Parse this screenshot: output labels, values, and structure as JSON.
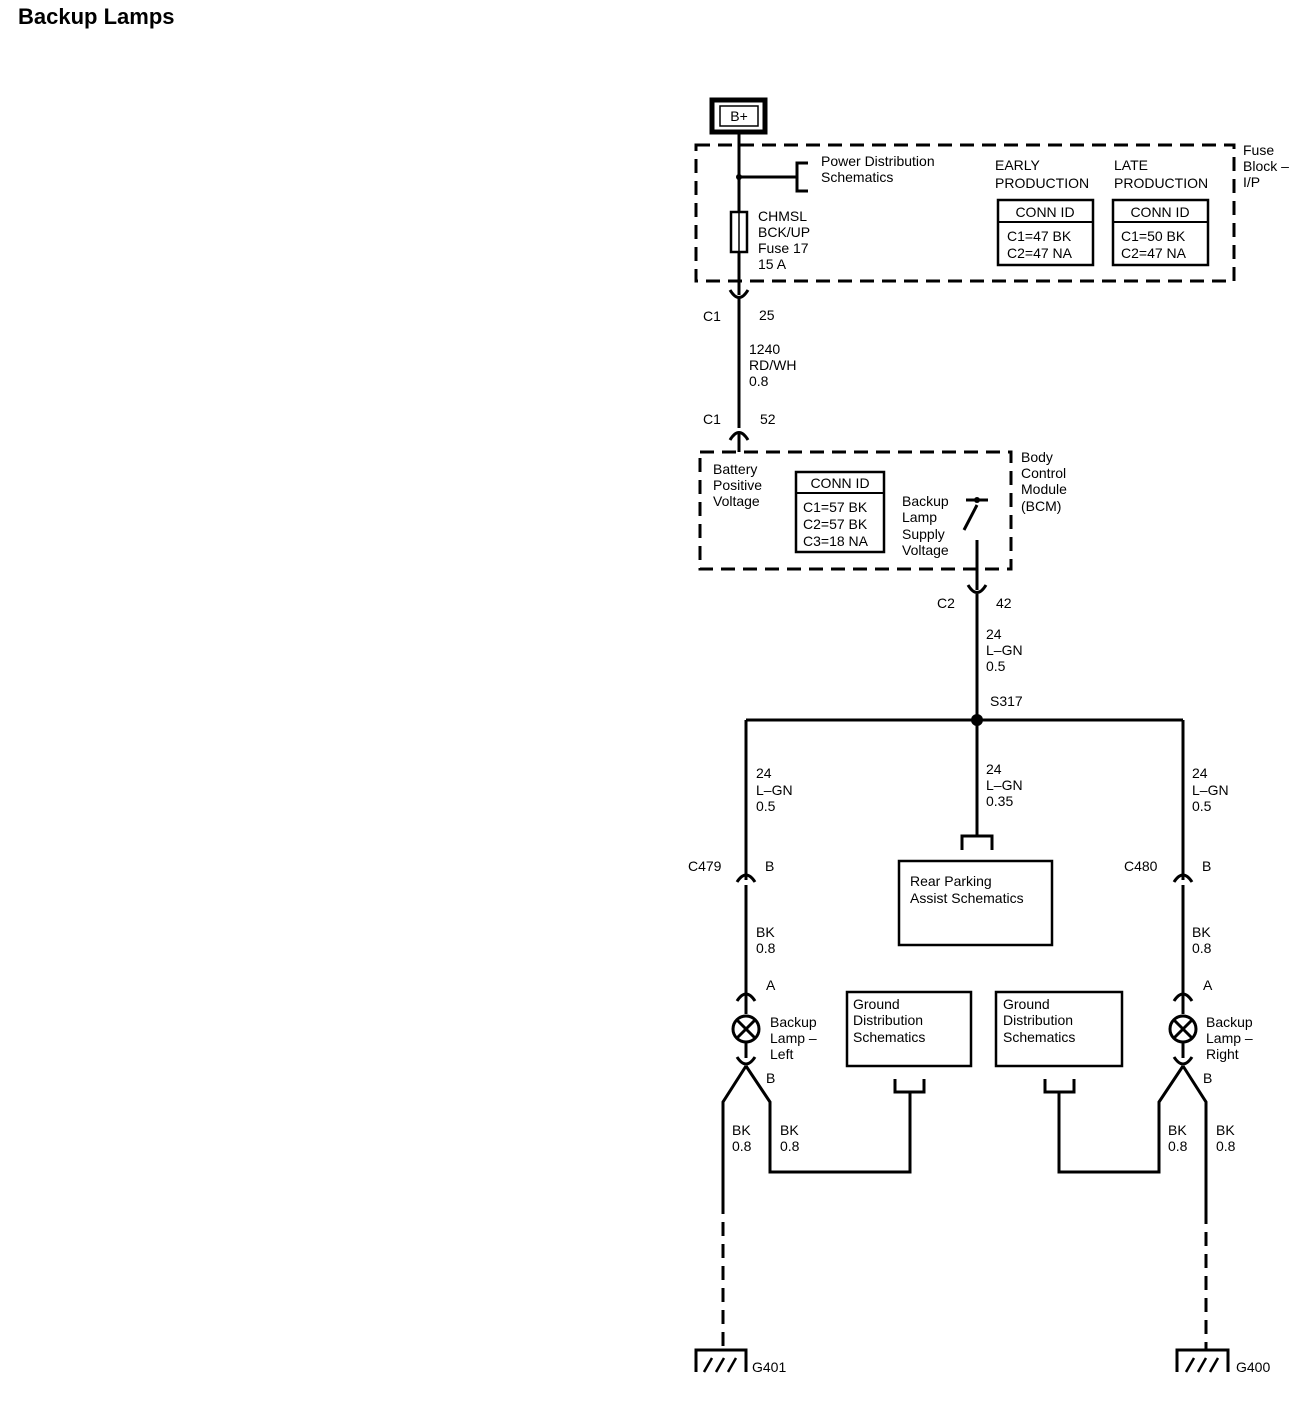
{
  "title": "Backup Lamps",
  "power": {
    "label": "B+"
  },
  "fuse_block": {
    "name": [
      "Fuse",
      "Block –",
      "I/P"
    ],
    "power_distribution": [
      "Power Distribution",
      "Schematics"
    ],
    "fuse": [
      "CHMSL",
      "BCK/UP",
      "Fuse 17",
      "15 A"
    ],
    "early": {
      "heading": [
        "EARLY",
        "PRODUCTION"
      ],
      "conn_title": "CONN ID",
      "lines": [
        "C1=47 BK",
        "C2=47 NA"
      ]
    },
    "late": {
      "heading": [
        "LATE",
        "PRODUCTION"
      ],
      "conn_title": "CONN ID",
      "lines": [
        "C1=50 BK",
        "C2=47 NA"
      ]
    }
  },
  "wire_fuse_bcm": {
    "c1_top": "C1",
    "pin_top": "25",
    "circuit": [
      "1240",
      "RD/WH",
      "0.8"
    ],
    "c1_bottom": "C1",
    "pin_bottom": "52"
  },
  "bcm": {
    "name": [
      "Body",
      "Control",
      "Module",
      "(BCM)"
    ],
    "input_label": [
      "Battery",
      "Positive",
      "Voltage"
    ],
    "conn_title": "CONN ID",
    "conn_lines": [
      "C1=57 BK",
      "C2=57 BK",
      "C3=18 NA"
    ],
    "output_label": [
      "Backup",
      "Lamp",
      "Supply",
      "Voltage"
    ],
    "out_connector": "C2",
    "out_pin": "42"
  },
  "wire_bcm_splice": {
    "circuit": [
      "24",
      "L–GN",
      "0.5"
    ]
  },
  "splice": {
    "label": "S317"
  },
  "branch_left": {
    "circuit": [
      "24",
      "L–GN",
      "0.5"
    ]
  },
  "branch_center": {
    "circuit": [
      "24",
      "L–GN",
      "0.35"
    ]
  },
  "branch_right": {
    "circuit": [
      "24",
      "L–GN",
      "0.5"
    ]
  },
  "rear_parking": {
    "label": [
      "Rear Parking",
      "Assist Schematics"
    ]
  },
  "left_lamp": {
    "connector": "C479",
    "connector_pin": "B",
    "wire": [
      "BK",
      "0.8"
    ],
    "pin_a": "A",
    "pin_b": "B",
    "label": [
      "Backup",
      "Lamp –",
      "Left"
    ],
    "ground_wire_a": [
      "BK",
      "0.8"
    ],
    "ground_wire_b": [
      "BK",
      "0.8"
    ],
    "ground": "G401"
  },
  "right_lamp": {
    "connector": "C480",
    "connector_pin": "B",
    "wire": [
      "BK",
      "0.8"
    ],
    "pin_a": "A",
    "pin_b": "B",
    "label": [
      "Backup",
      "Lamp –",
      "Right"
    ],
    "ground_wire_a": [
      "BK",
      "0.8"
    ],
    "ground_wire_b": [
      "BK",
      "0.8"
    ],
    "ground": "G400"
  },
  "ground_dist_left": {
    "label": [
      "Ground",
      "Distribution",
      "Schematics"
    ]
  },
  "ground_dist_right": {
    "label": [
      "Ground",
      "Distribution",
      "Schematics"
    ]
  }
}
